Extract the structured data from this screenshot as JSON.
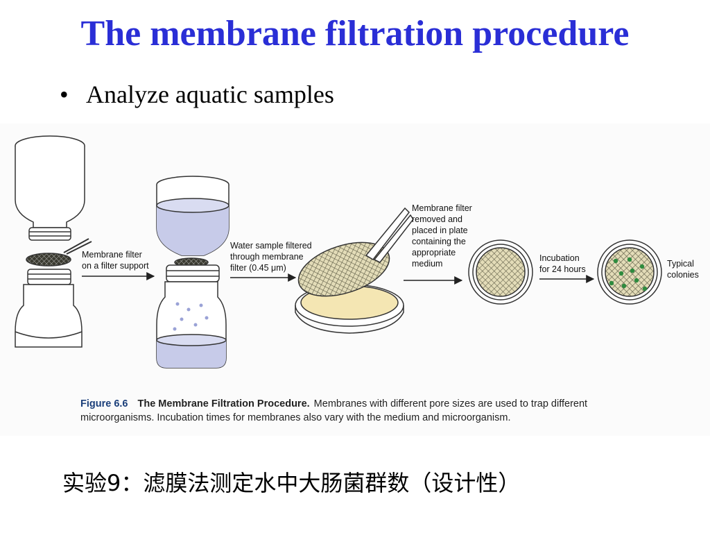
{
  "slide": {
    "title": "The membrane filtration procedure",
    "bullet": "Analyze aquatic samples",
    "footer": "实验9：滤膜法测定水中大肠菌群数（设计性）"
  },
  "figure": {
    "labels": {
      "step1_line1": "Membrane filter",
      "step1_line2": "on a filter support",
      "step2_line1": "Water sample filtered",
      "step2_line2": "through membrane",
      "step2_line3": "filter (0.45 μm)",
      "step3_line1": "Membrane filter",
      "step3_line2": "removed and",
      "step3_line3": "placed in plate",
      "step3_line4": "containing the",
      "step3_line5": "appropriate",
      "step3_line6": "medium",
      "step4_line1": "Incubation",
      "step4_line2": "for 24 hours",
      "step5_line1": "Typical",
      "step5_line2": "colonies"
    },
    "caption": {
      "number": "Figure 6.6",
      "title": "The Membrane Filtration Procedure.",
      "text": "Membranes with different pore sizes are used to trap different microorganisms. Incubation times for membranes also vary with the medium and microorganism."
    },
    "colors": {
      "water": "#c7cbe9",
      "medium": "#f4e6b3",
      "membrane": "#6a6a50",
      "plate_fill": "#d8d2a8",
      "colony": "#2e8b3e",
      "title": "#2a2ed6"
    }
  }
}
